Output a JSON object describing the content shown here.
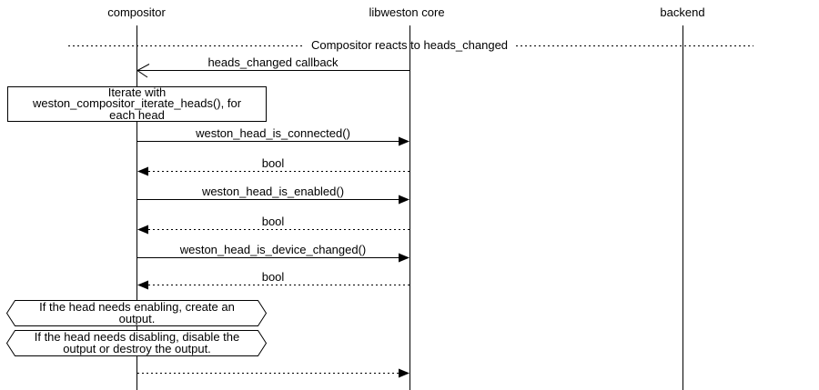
{
  "diagram": {
    "type": "sequence-diagram",
    "actors": [
      {
        "label": "compositor"
      },
      {
        "label": "libweston core"
      },
      {
        "label": "backend"
      }
    ],
    "divider": {
      "label": "Compositor reacts to heads_changed"
    },
    "messages": [
      {
        "label": "heads_changed callback",
        "from": "libweston core",
        "to": "compositor",
        "line": "solid",
        "head": "open"
      },
      {
        "label": "weston_head_is_connected()",
        "from": "compositor",
        "to": "libweston core",
        "line": "solid",
        "head": "filled"
      },
      {
        "label": "bool",
        "from": "libweston core",
        "to": "compositor",
        "line": "dotted",
        "head": "filled"
      },
      {
        "label": "weston_head_is_enabled()",
        "from": "compositor",
        "to": "libweston core",
        "line": "solid",
        "head": "filled"
      },
      {
        "label": "bool",
        "from": "libweston core",
        "to": "compositor",
        "line": "dotted",
        "head": "filled"
      },
      {
        "label": "weston_head_is_device_changed()",
        "from": "compositor",
        "to": "libweston core",
        "line": "solid",
        "head": "filled"
      },
      {
        "label": "bool",
        "from": "libweston core",
        "to": "compositor",
        "line": "dotted",
        "head": "filled"
      },
      {
        "label": "",
        "from": "compositor",
        "to": "libweston core",
        "line": "dotted",
        "head": "filled"
      }
    ],
    "note": {
      "lines": [
        "Iterate with",
        "weston_compositor_iterate_heads(), for",
        "each head"
      ]
    },
    "conditions": [
      {
        "lines": [
          "If the head needs enabling, create an",
          "output."
        ]
      },
      {
        "lines": [
          "If the head needs disabling, disable the",
          "output or destroy the output."
        ]
      }
    ],
    "colors": {
      "foreground": "#000000",
      "background": "#ffffff"
    }
  }
}
